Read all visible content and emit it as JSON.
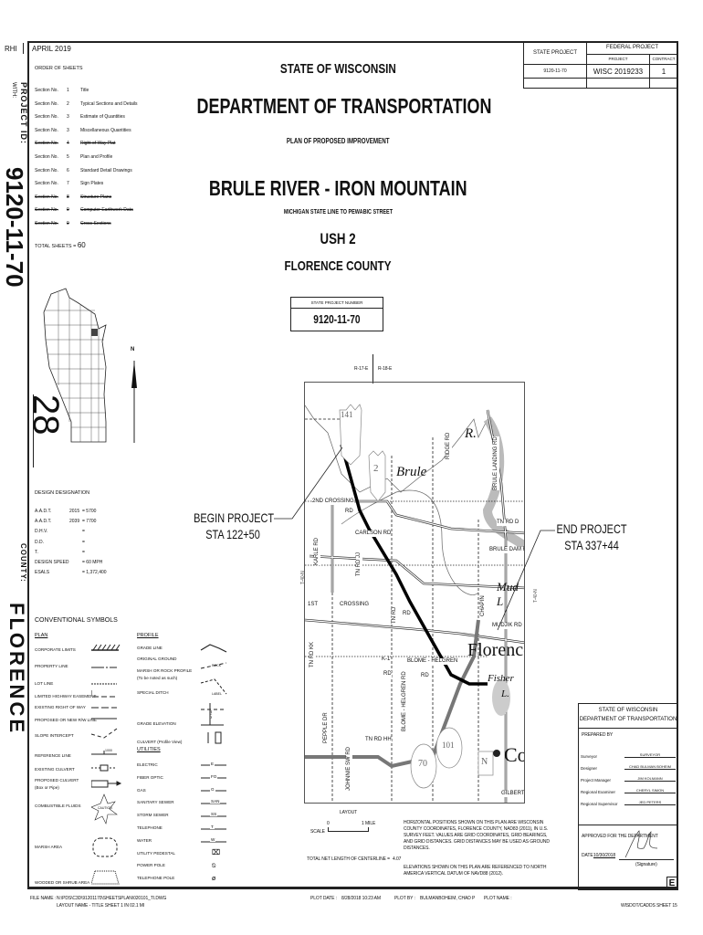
{
  "header": {
    "initials": "RHI",
    "date": "APRIL 2019"
  },
  "side": {
    "project_id_label": "PROJECT ID:",
    "with_label": "WITH:",
    "project_id": "9120-11-70",
    "county_label": "COUNTY:",
    "county": "FLORENCE",
    "county_number": "28"
  },
  "order_of_sheets": {
    "title": "ORDER OF SHEETS",
    "rows": [
      {
        "label": "Section No.",
        "num": "1",
        "name": "Title",
        "struck": false
      },
      {
        "label": "Section No.",
        "num": "2",
        "name": "Typical Sections and Details",
        "struck": false
      },
      {
        "label": "Section No.",
        "num": "3",
        "name": "Estimate of Quantities",
        "struck": false
      },
      {
        "label": "Section No.",
        "num": "3",
        "name": "Miscellaneous Quantities",
        "struck": false
      },
      {
        "label": "Section No.",
        "num": "4",
        "name": "Right of Way Plat",
        "struck": true
      },
      {
        "label": "Section No.",
        "num": "5",
        "name": "Plan and Profile",
        "struck": false
      },
      {
        "label": "Section No.",
        "num": "6",
        "name": "Standard Detail Drawings",
        "struck": false
      },
      {
        "label": "Section No.",
        "num": "7",
        "name": "Sign Plates",
        "struck": false
      },
      {
        "label": "Section No.",
        "num": "8",
        "name": "Structure Plans",
        "struck": true
      },
      {
        "label": "Section No.",
        "num": "9",
        "name": "Computer Earthwork Data",
        "struck": true
      },
      {
        "label": "Section No.",
        "num": "9",
        "name": "Cross Sections",
        "struck": true
      }
    ],
    "total_label": "TOTAL SHEETS =",
    "total": "60"
  },
  "federal_table": {
    "state_project_header": "STATE PROJECT",
    "federal_project_header": "FEDERAL PROJECT",
    "project_header": "PROJECT",
    "contract_header": "CONTRACT",
    "state_project": "9120-11-70",
    "federal_project": "WISC 2019233",
    "contract": "1"
  },
  "title": {
    "state": "STATE OF WISCONSIN",
    "department": "DEPARTMENT OF TRANSPORTATION",
    "plan": "PLAN OF PROPOSED IMPROVEMENT",
    "project_name": "BRULE RIVER - IRON MOUNTAIN",
    "limits": "MICHIGAN STATE LINE TO PEWABIC STREET",
    "highway": "USH 2",
    "county": "FLORENCE COUNTY",
    "spn_label": "STATE PROJECT NUMBER",
    "spn": "9120-11-70"
  },
  "north_label": "N",
  "design": {
    "title": "DESIGN DESIGNATION",
    "rows": [
      {
        "label": "A.A.D.T.",
        "year": "2015",
        "value": "= 5700"
      },
      {
        "label": "A.A.D.T.",
        "year": "2039",
        "value": "= 7700"
      },
      {
        "label": "D.H.V.",
        "year": "",
        "value": "="
      },
      {
        "label": "D.D.",
        "year": "",
        "value": "="
      },
      {
        "label": "T.",
        "year": "",
        "value": "="
      },
      {
        "label": "DESIGN SPEED",
        "year": "",
        "value": "= 60 MPH"
      },
      {
        "label": "ESALS",
        "year": "",
        "value": "= 1,372,400"
      }
    ]
  },
  "symbols": {
    "title": "CONVENTIONAL SYMBOLS",
    "plan_header": "PLAN",
    "profile_header": "PROFILE",
    "utilities_header": "UTILITIES",
    "plan": [
      "CORPORATE LIMITS",
      "PROPERTY LINE",
      "LOT LINE",
      "LIMITED HIGHWAY EASEMENT",
      "EXISTING RIGHT OF WAY",
      "PROPOSED OR NEW R/W LINE",
      "SLOPE INTERCEPT",
      "REFERENCE LINE",
      "EXISTING CULVERT",
      "PROPOSED CULVERT",
      "(Box or Pipe)",
      "COMBUSTIBLE FLUIDS",
      "MARSH AREA",
      "WOODED OR SHRUB AREA"
    ],
    "profile": [
      "GRADE LINE",
      "ORIGINAL GROUND",
      "MARSH OR ROCK PROFILE",
      "(To be noted as such)",
      "SPECIAL DITCH",
      "GRADE ELEVATION",
      "CULVERT (Profile View)"
    ],
    "utilities": [
      {
        "name": "ELECTRIC",
        "code": "E"
      },
      {
        "name": "FIBER OPTIC",
        "code": "FO"
      },
      {
        "name": "GAS",
        "code": "G"
      },
      {
        "name": "SANITARY SEWER",
        "code": "SAN"
      },
      {
        "name": "STORM SEWER",
        "code": "SS"
      },
      {
        "name": "TELEPHONE",
        "code": "T"
      },
      {
        "name": "WATER",
        "code": "W"
      },
      {
        "name": "UTILITY PEDESTAL",
        "code": ""
      },
      {
        "name": "POWER POLE",
        "code": ""
      },
      {
        "name": "TELEPHONE POLE",
        "code": ""
      }
    ],
    "small_labels": {
      "rock": "ROCK",
      "label": "LABEL",
      "ref": "1000",
      "caution": "CAUTION",
      "elev": "853.75"
    }
  },
  "map": {
    "range_left": "R-17-E",
    "range_right": "R-18-E",
    "township": "T-40-N",
    "begin_label": "BEGIN PROJECT",
    "begin_sta": "STA 122+50",
    "end_label": "END PROJECT",
    "end_sta": "STA 337+44",
    "shields": [
      "141",
      "2",
      "101",
      "70",
      "N"
    ],
    "places": [
      "Brule",
      "R.",
      "Florence",
      "Fisher",
      "L.",
      "Mud L",
      "Co"
    ],
    "roads": [
      "2ND CROSSING",
      "RD",
      "CARLSON RD",
      "KARLE RD",
      "TN RD JJ",
      "1ST",
      "CROSSING",
      "TN RD KK",
      "TN RD",
      "RD",
      "K-1",
      "RD",
      "BLOME - HELGREN",
      "RD",
      "TN RD HH",
      "BLOME - HELGREN RD",
      "PEPPLE DR",
      "BRULE LANDING RD",
      "BRULE DAM RD",
      "TN RD D",
      "MUDJIK RD",
      "CHAPIN",
      "RIDGE RD",
      "JOHNNIE SW RD",
      "GILBERT"
    ],
    "layout_label": "LAYOUT",
    "scale_label": "SCALE",
    "scale_zero": "0",
    "scale_mile": "1 MILE"
  },
  "notes": {
    "centerline_label": "TOTAL NET LENGTH OF CENTERLINE =",
    "centerline_value": "4.07",
    "horizontal": "HORIZONTAL POSITIONS SHOWN ON THIS PLAN ARE WISCONSIN COUNTY COORDINATES, FLORENCE COUNTY, NAD83 (2011), IN U.S. SURVEY FEET. VALUES ARE GRID COORDINATES, GRID BEARINGS, AND GRID DISTANCES. GRID DISTANCES MAY BE USED AS GROUND DISTANCES.",
    "elevations": "ELEVATIONS SHOWN ON THIS PLAN ARE REFERENCED TO NORTH AMERICA VERTICAL DATUM OF NAVD88 (2012)."
  },
  "signoff": {
    "state": "STATE OF WISCONSIN",
    "department": "DEPARTMENT OF TRANSPORTATION",
    "prepared_by": "PREPARED BY",
    "rows": [
      {
        "role": "Surveyor",
        "name": "SURVEYOR"
      },
      {
        "role": "Designer",
        "name": "CHAD BULMAN BOHEIM"
      },
      {
        "role": "Project Manager",
        "name": "JIM KOLMANN"
      },
      {
        "role": "Regional Examiner",
        "name": "CHERYL SIMON"
      },
      {
        "role": "Regional Supervisor",
        "name": "JED PETERS"
      }
    ],
    "approved": "APPROVED FOR THE DEPARTMENT",
    "date_label": "DATE",
    "date": "10/30/2018",
    "signature_label": "(Signature)",
    "sheet_letter": "E"
  },
  "footer": {
    "file_label": "FILE NAME :",
    "file": "N:\\PDS\\C3D\\91201170\\SHEETSPLAN\\020101_TI.DWG",
    "layout": "LAYOUT NAME - TITLE SHEET 1 IN 02.1 MI",
    "plot_date_label": "PLOT DATE :",
    "plot_date": "8/28/2018 10:23 AM",
    "plot_by_label": "PLOT BY :",
    "plot_by": "BULMANBOHEIM, CHAD P",
    "plot_name_label": "PLOT NAME :",
    "sheet_id": "WISDOT/CADDS SHEET 15"
  }
}
